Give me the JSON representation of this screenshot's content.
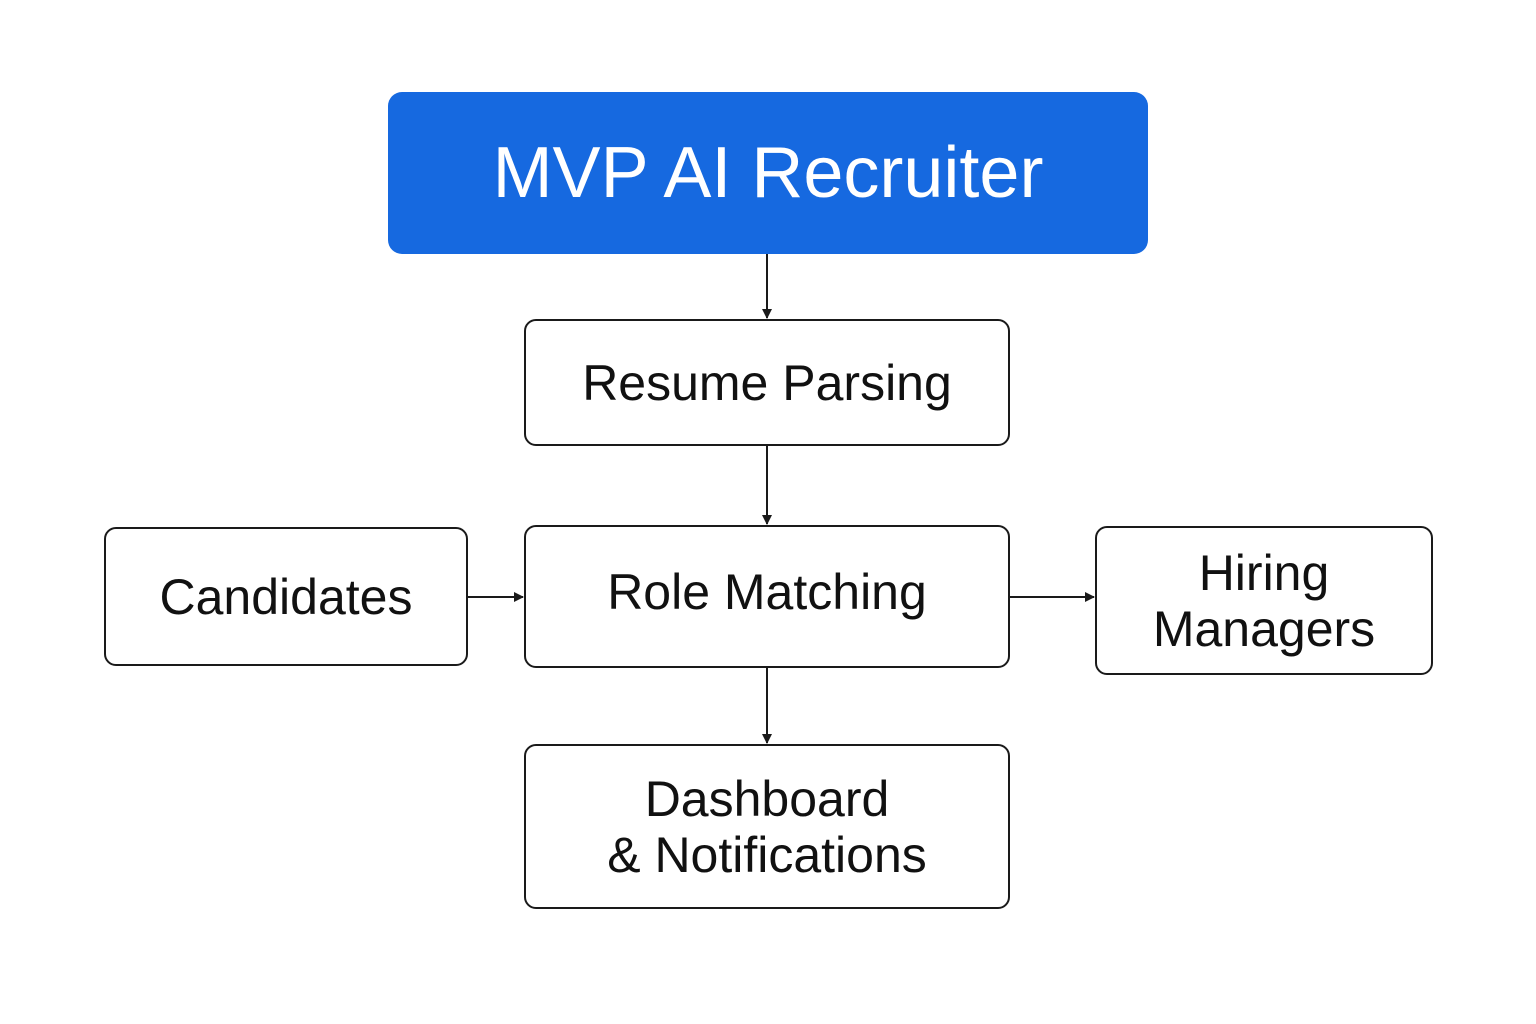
{
  "colors": {
    "primary_fill": "#1669e0",
    "line": "#1a1a1a",
    "text": "#111111",
    "text_on_primary": "#ffffff",
    "background": "#ffffff"
  },
  "nodes": {
    "title": {
      "label": "MVP AI Recruiter"
    },
    "resume_parsing": {
      "label": "Resume Parsing"
    },
    "role_matching": {
      "label": "Role Matching"
    },
    "candidates": {
      "label": "Candidates"
    },
    "hiring_managers": {
      "label_line1": "Hiring",
      "label_line2": "Managers"
    },
    "dashboard": {
      "label_line1": "Dashboard",
      "label_line2": "& Notifications"
    }
  },
  "edges": [
    {
      "from": "title",
      "to": "resume_parsing"
    },
    {
      "from": "resume_parsing",
      "to": "role_matching"
    },
    {
      "from": "candidates",
      "to": "role_matching"
    },
    {
      "from": "role_matching",
      "to": "hiring_managers"
    },
    {
      "from": "role_matching",
      "to": "dashboard"
    }
  ]
}
